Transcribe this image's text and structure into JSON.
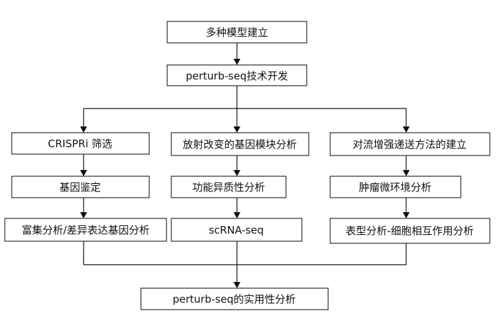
{
  "diagram": {
    "top": {
      "box1": "多种模型建立",
      "box2": "perturb-seq技术开发"
    },
    "branches": [
      {
        "items": [
          "CRISPRi 筛选",
          "基因鉴定",
          "富集分析/差异表达基因分析"
        ]
      },
      {
        "items": [
          "放射改变的基因模块分析",
          "功能异质性分析",
          "scRNA-seq"
        ]
      },
      {
        "items": [
          "对流增强递送方法的建立",
          "肿瘤微环境分析",
          "表型分析-细胞相互作用分析"
        ]
      }
    ],
    "bottom": {
      "box": "perturb-seq的实用性分析"
    }
  }
}
